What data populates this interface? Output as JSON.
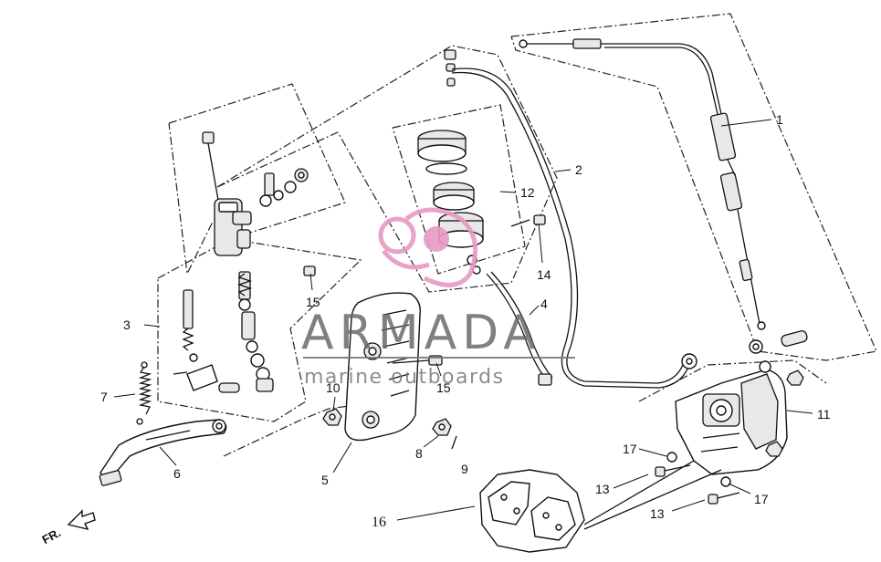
{
  "diagram": {
    "callouts": [
      {
        "id": "1",
        "text": "1"
      },
      {
        "id": "2",
        "text": "2"
      },
      {
        "id": "3",
        "text": "3"
      },
      {
        "id": "4",
        "text": "4"
      },
      {
        "id": "5",
        "text": "5"
      },
      {
        "id": "6",
        "text": "6"
      },
      {
        "id": "7",
        "text": "7"
      },
      {
        "id": "8",
        "text": "8"
      },
      {
        "id": "9",
        "text": "9"
      },
      {
        "id": "10",
        "text": "10"
      },
      {
        "id": "11",
        "text": "11"
      },
      {
        "id": "12",
        "text": "12"
      },
      {
        "id": "13a",
        "text": "13"
      },
      {
        "id": "13b",
        "text": "13"
      },
      {
        "id": "14",
        "text": "14"
      },
      {
        "id": "15a",
        "text": "15"
      },
      {
        "id": "15b",
        "text": "15"
      },
      {
        "id": "16",
        "text": "16"
      },
      {
        "id": "17a",
        "text": "17"
      },
      {
        "id": "17b",
        "text": "17"
      }
    ],
    "direction_label": "FR."
  },
  "watermark": {
    "title": "ARMADA",
    "subtitle": "marine outboards",
    "logo_color": "#e79ac4",
    "text_color": "#666666"
  }
}
